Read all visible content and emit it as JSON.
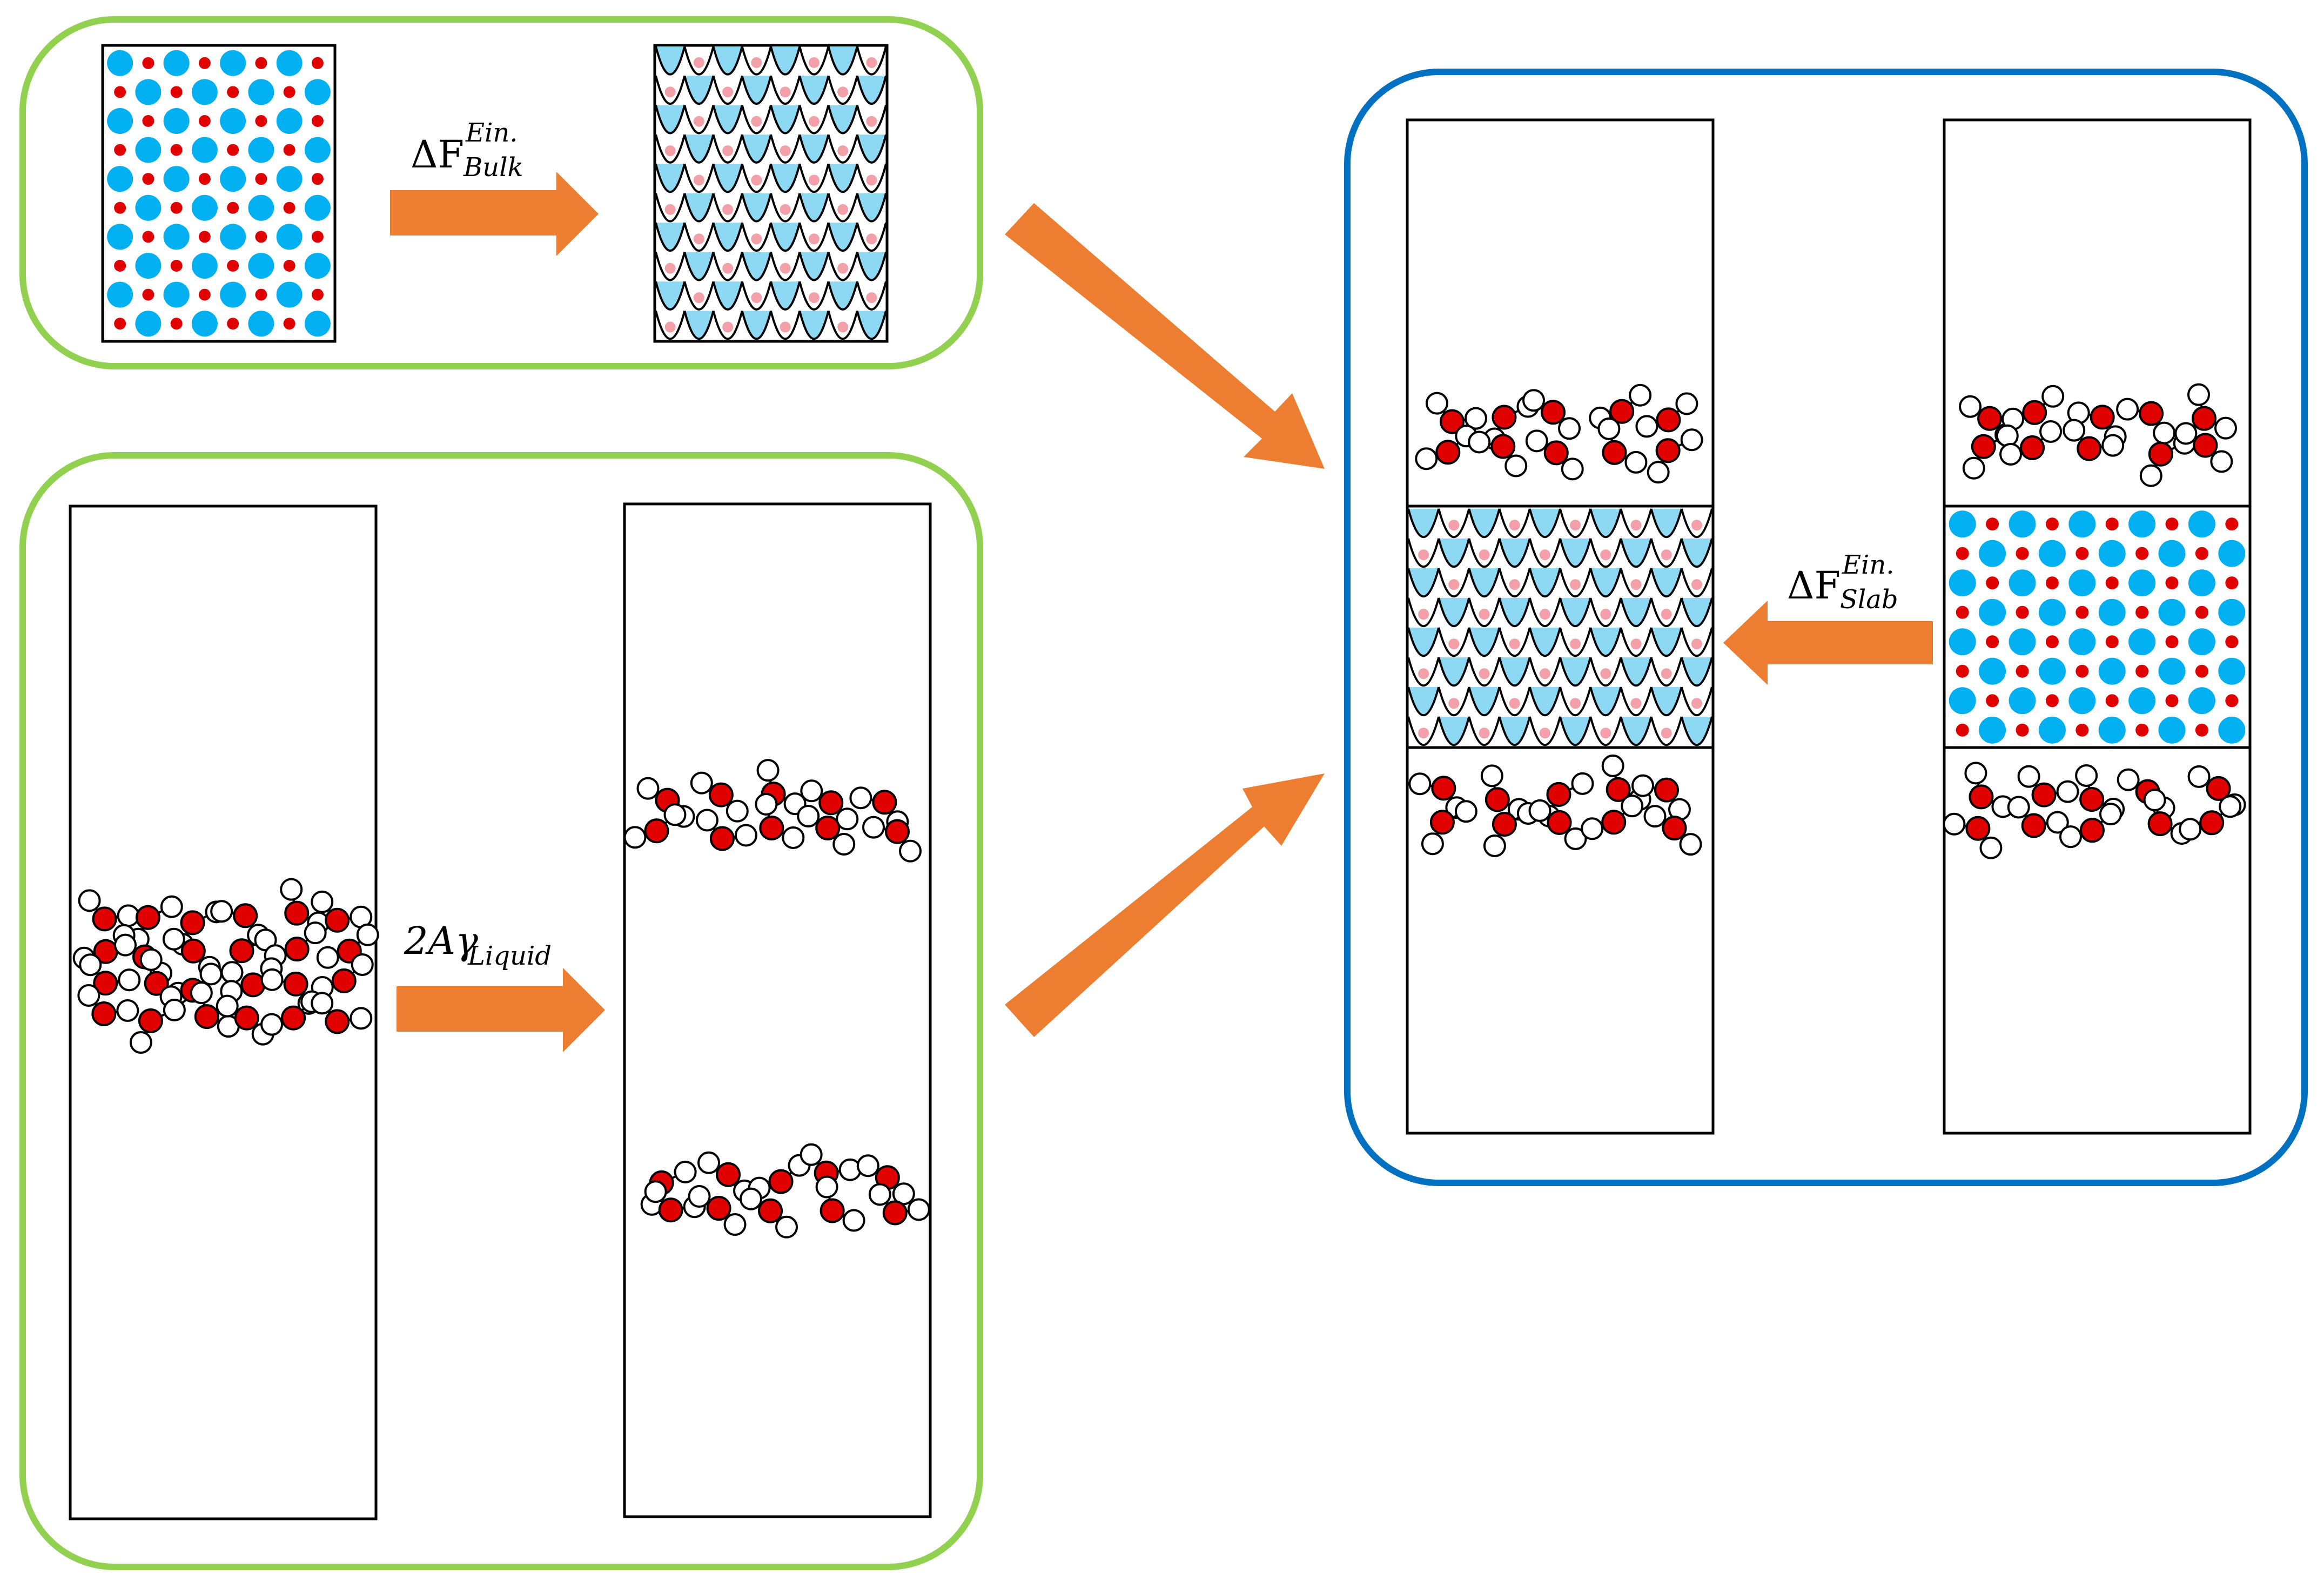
{
  "diagram": {
    "colors": {
      "panel_green": "#92D050",
      "panel_blue": "#0070C0",
      "arrow_orange": "#ED7D31",
      "metal_blue": "#00B0F0",
      "oxygen_red": "#E00000",
      "well_fill": "#8DD8F2",
      "well_dot": "#F4A0A8",
      "hydrogen_white": "#FFFFFF"
    },
    "labels": {
      "bulk_einstein": {
        "base": "ΔF",
        "sup": "Ein.",
        "sub": "Bulk"
      },
      "liquid_surface": {
        "prefix": "2Aγ",
        "sub": "Liquid"
      },
      "slab_einstein": {
        "base": "ΔF",
        "sup": "Ein.",
        "sub": "Slab"
      }
    },
    "icons": [
      "oxygen-atom-icon",
      "hydrogen-atom-icon",
      "metal-ion-icon",
      "einstein-well-icon",
      "flow-arrow-icon"
    ]
  }
}
